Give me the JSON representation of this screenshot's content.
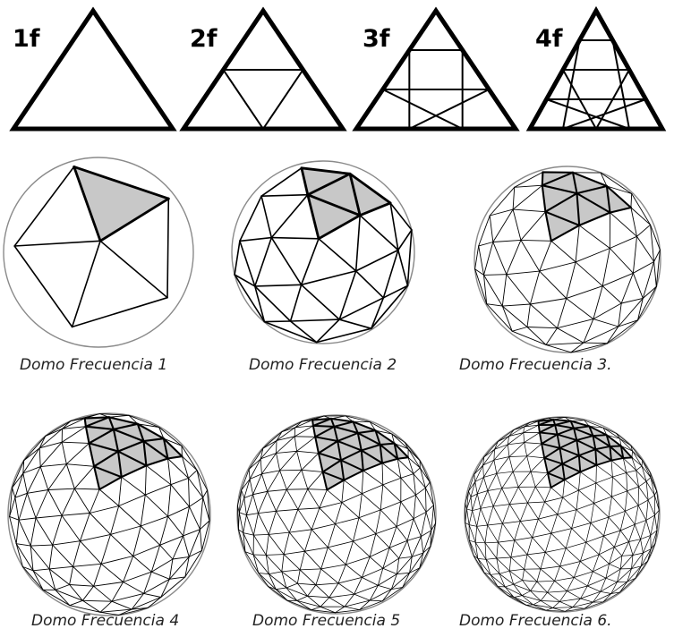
{
  "subdivision_labels": [
    "1f",
    "2f",
    "3f",
    "4f"
  ],
  "frequencies": [
    1,
    2,
    3,
    4
  ],
  "dome_captions": [
    "Domo Frecuencia 1",
    "Domo Frecuencia 2",
    "Domo Frecuencia 3.",
    "Domo Frecuencia 4",
    "Domo Frecuencia 5",
    "Domo Frecuencia 6."
  ],
  "dome_frequencies": [
    1,
    2,
    3,
    4,
    5,
    6
  ],
  "colors": {
    "line": "#000000",
    "sphere_outline": "#8a8a8a",
    "highlight_fill": "#c8c8c8",
    "background": "#ffffff"
  }
}
